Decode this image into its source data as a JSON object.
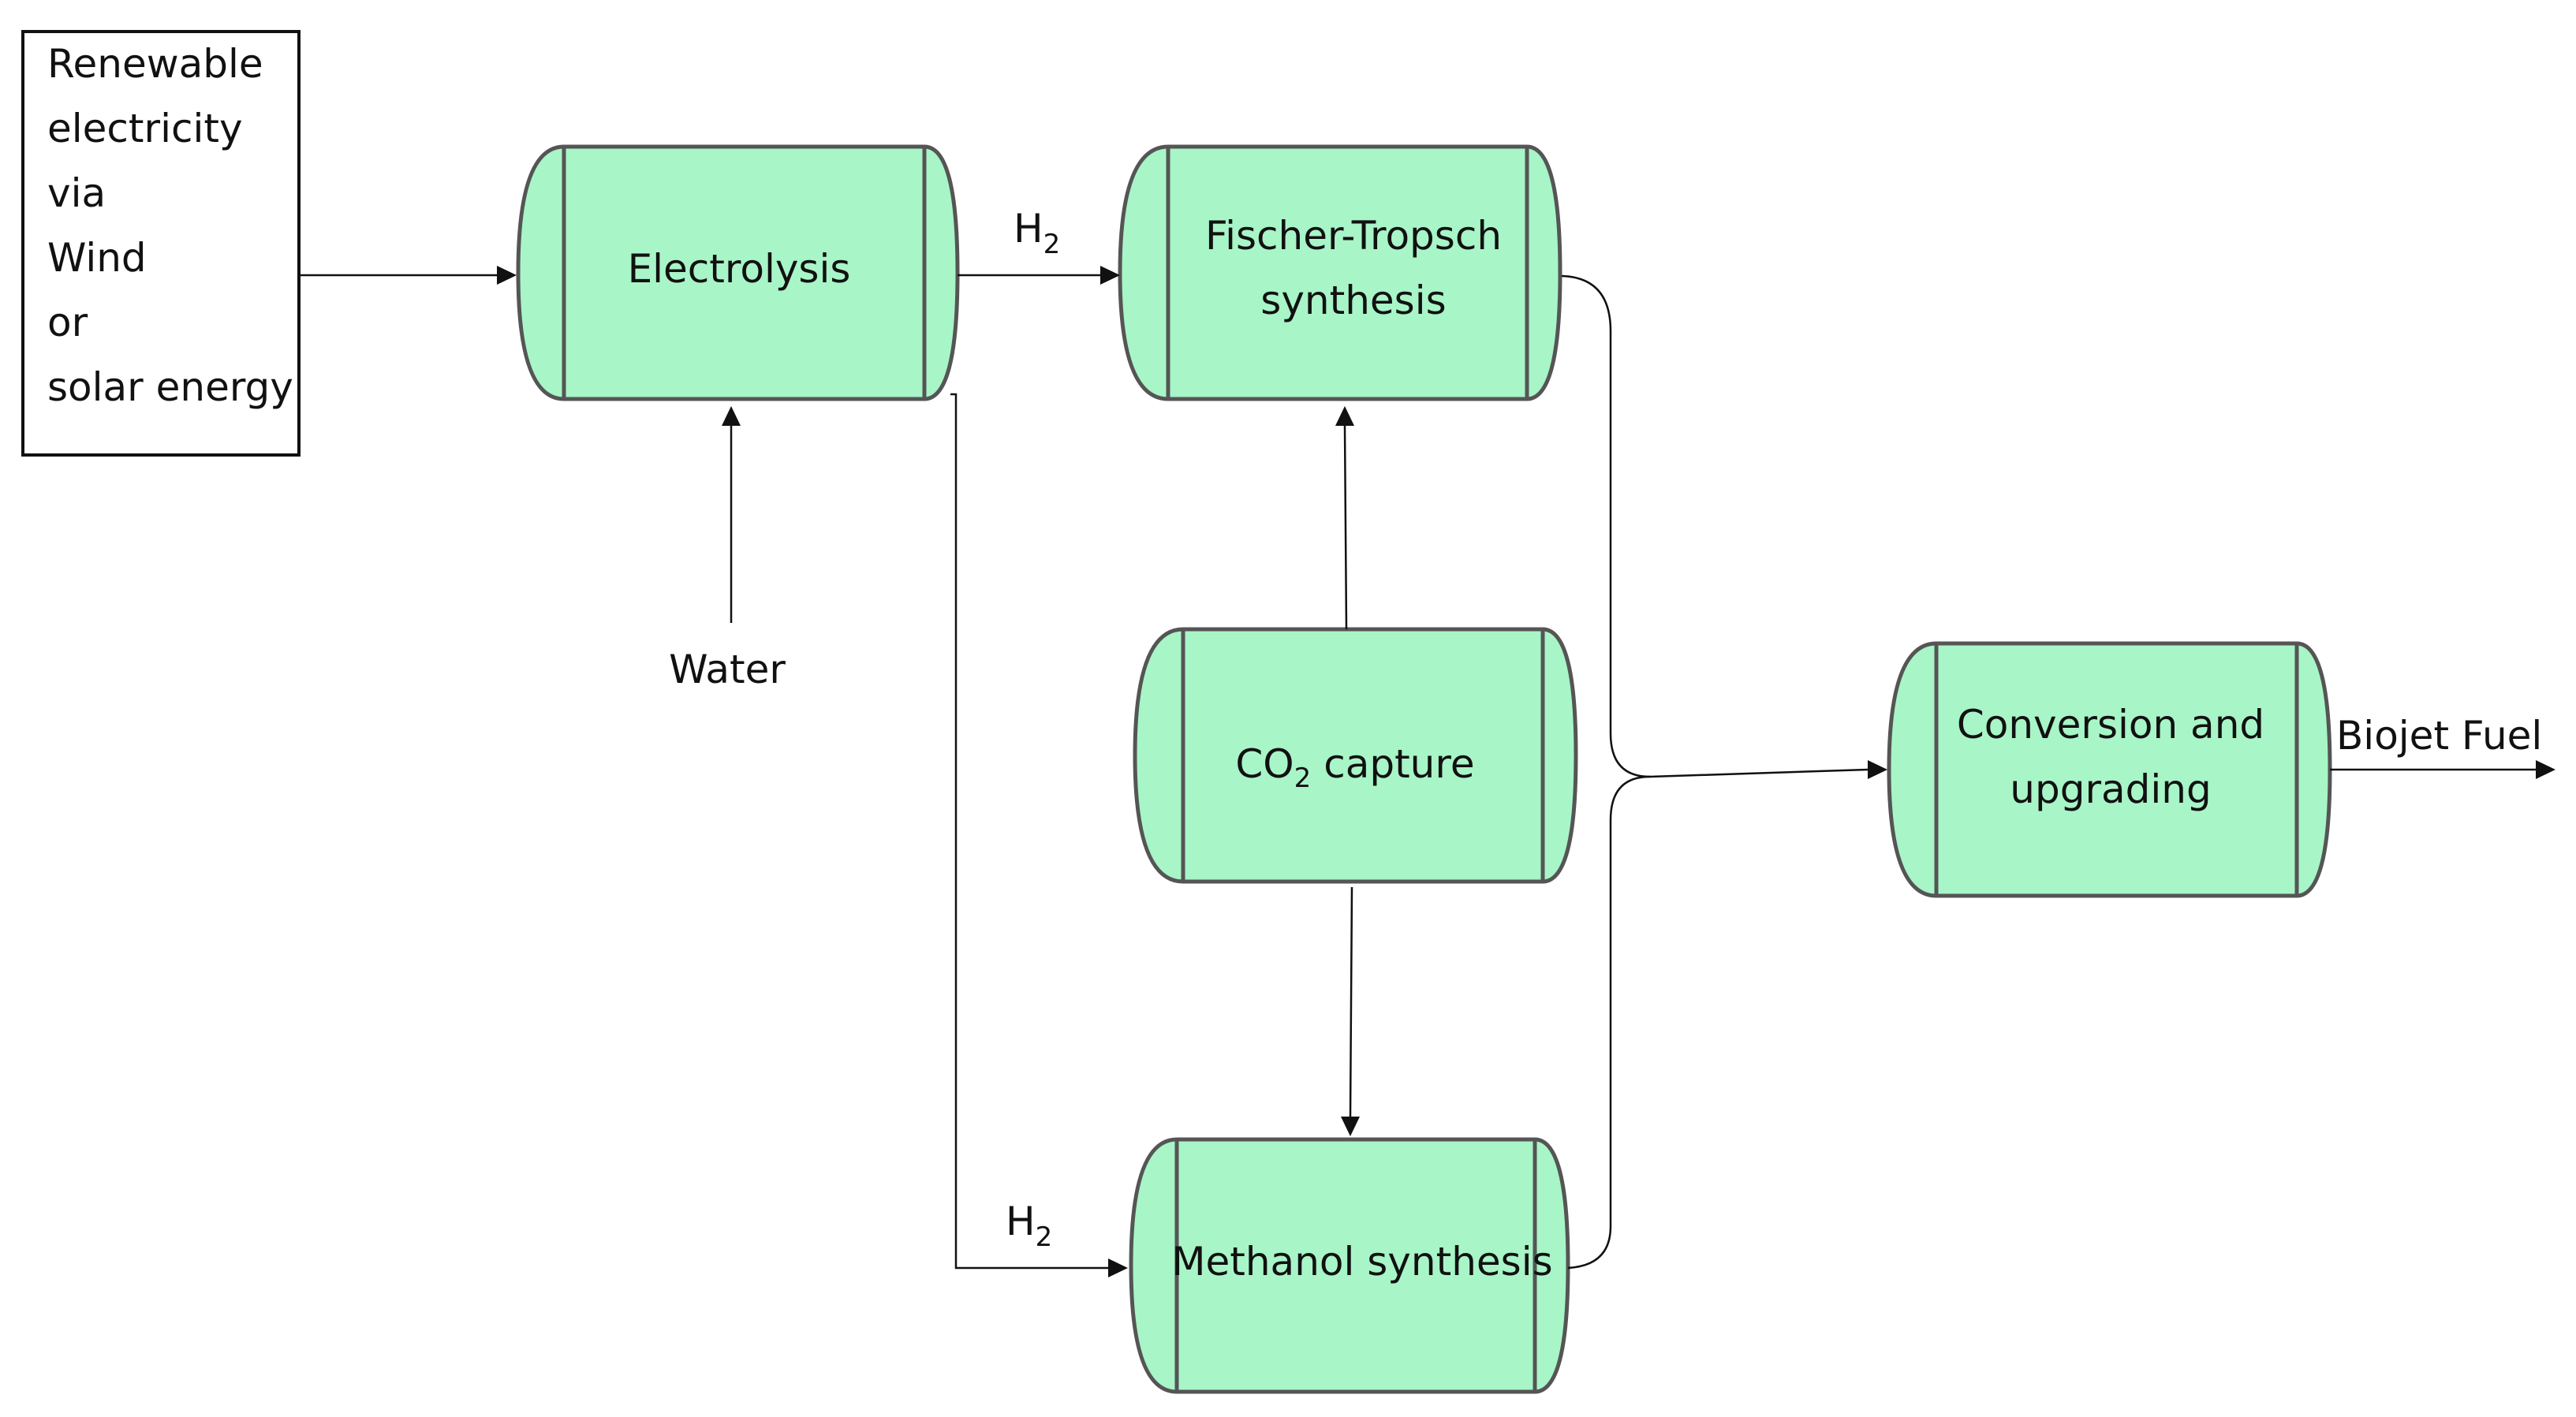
{
  "source": {
    "lines": [
      "Renewable",
      "electricity",
      "via",
      "Wind",
      "or",
      "solar energy"
    ]
  },
  "vessels": {
    "electrolysis": {
      "lines": [
        "Electrolysis"
      ]
    },
    "fischer_tropsch": {
      "lines": [
        "Fischer-Tropsch",
        "synthesis"
      ]
    },
    "co2_capture": {
      "prefix": "CO",
      "subscript": "2",
      "suffix": " capture"
    },
    "methanol": {
      "lines": [
        "Methanol synthesis"
      ]
    },
    "conversion": {
      "lines": [
        "Conversion and",
        "upgrading"
      ]
    }
  },
  "labels": {
    "water": "Water",
    "h2_top": {
      "base": "H",
      "subscript": "2"
    },
    "h2_bottom": {
      "base": "H",
      "subscript": "2"
    },
    "output": "Biojet Fuel"
  },
  "colors": {
    "vessel_fill": "#a8f5c8",
    "vessel_stroke": "#555555",
    "arrow": "#111111"
  }
}
